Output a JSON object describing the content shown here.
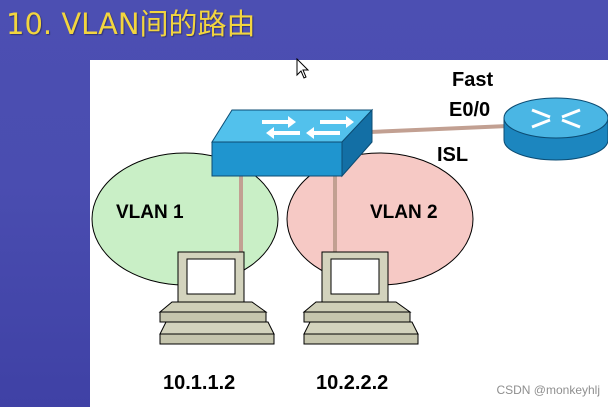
{
  "title": "10. VLAN间的路由",
  "diagram": {
    "vlan1_label": "VLAN 1",
    "vlan2_label": "VLAN 2",
    "router_interface_line1": "Fast",
    "router_interface_line2": "E0/0",
    "trunk_label": "ISL",
    "host1_ip": "10.1.1.2",
    "host2_ip": "10.2.2.2"
  },
  "watermark": "CSDN @monkeyhlj",
  "colors": {
    "background": "#4a4db0",
    "title": "#f2d53f",
    "vlan1_fill": "#c9efc6",
    "vlan2_fill": "#f6c9c5",
    "switch_fill": "#2a9fd6",
    "router_fill": "#2a9fd6",
    "link": "#c2a092"
  },
  "icons": [
    "switch-icon",
    "router-icon",
    "pc-icon",
    "cursor-icon"
  ]
}
